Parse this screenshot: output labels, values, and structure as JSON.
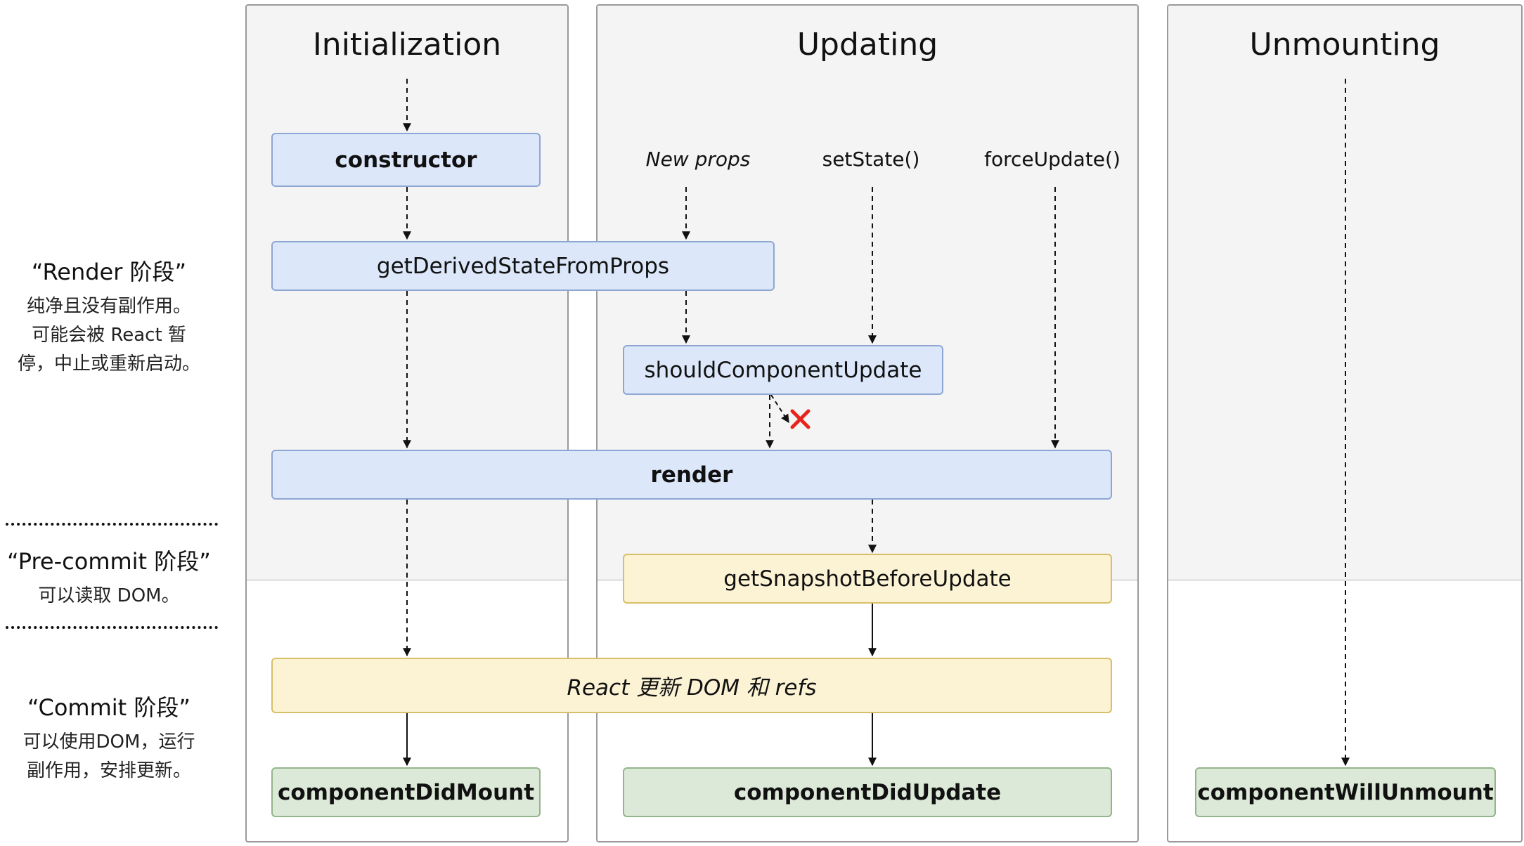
{
  "columns": {
    "initialization": "Initialization",
    "updating": "Updating",
    "unmounting": "Unmounting"
  },
  "triggers": {
    "new_props": "New props",
    "set_state": "setState()",
    "force_update": "forceUpdate()"
  },
  "methods": {
    "constructor": "constructor",
    "get_derived_state_from_props": "getDerivedStateFromProps",
    "should_component_update": "shouldComponentUpdate",
    "render": "render",
    "get_snapshot_before_update": "getSnapshotBeforeUpdate",
    "react_updates_dom": "React 更新 DOM 和 refs",
    "component_did_mount": "componentDidMount",
    "component_did_update": "componentDidUpdate",
    "component_will_unmount": "componentWillUnmount"
  },
  "phases": {
    "render": {
      "title": "“Render 阶段”",
      "description": "纯净且没有副作用。\n可能会被 React 暂\n停，中止或重新启动。"
    },
    "pre_commit": {
      "title": "“Pre-commit 阶段”",
      "description": "可以读取 DOM。"
    },
    "commit": {
      "title": "“Commit 阶段”",
      "description": "可以使用DOM，运行\n副作用，安排更新。"
    }
  },
  "colors": {
    "render_box": "#dce8fa",
    "commit_box": "#fcf2d4",
    "lifecycle_end_box": "#dce9d8",
    "cancel_mark": "#e8231c"
  },
  "icons": {
    "cancel": "cross-mark"
  }
}
